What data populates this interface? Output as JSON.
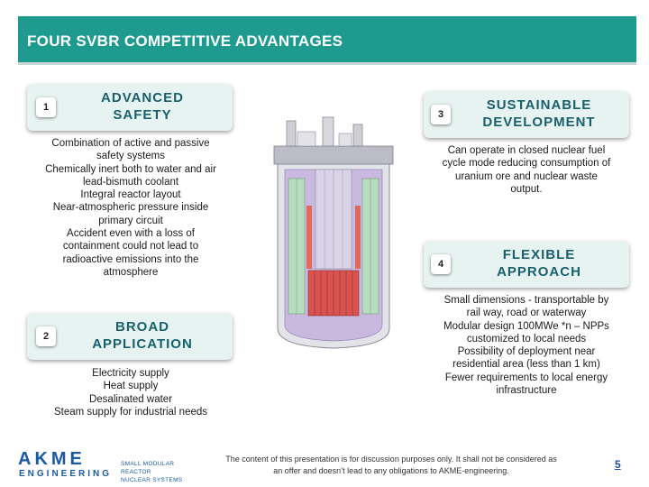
{
  "slide": {
    "title": "FOUR SVBR COMPETITIVE ADVANTAGES",
    "accent_color": "#1e9a8f"
  },
  "advantages": [
    {
      "number": "1",
      "title_line1": "ADVANCED",
      "title_line2": "SAFETY",
      "lines": [
        "Combination of active and passive",
        "safety systems",
        "Chemically inert both to water and air",
        "lead-bismuth coolant",
        "Integral reactor layout",
        "Near-atmospheric pressure inside",
        "primary circuit",
        "Accident even with a loss of",
        "containment could not lead to",
        "radioactive emissions into the",
        "atmosphere"
      ]
    },
    {
      "number": "2",
      "title_line1": "BROAD",
      "title_line2": "APPLICATION",
      "lines": [
        "Electricity supply",
        "Heat supply",
        "Desalinated water",
        "Steam supply for industrial needs"
      ]
    },
    {
      "number": "3",
      "title_line1": "SUSTAINABLE",
      "title_line2": "DEVELOPMENT",
      "lines": [
        "Can operate in closed nuclear fuel",
        "cycle mode reducing consumption of",
        "uranium ore and nuclear waste",
        "output."
      ]
    },
    {
      "number": "4",
      "title_line1": "FLEXIBLE",
      "title_line2": "APPROACH",
      "lines": [
        "Small dimensions - transportable by",
        "rail way, road or waterway",
        "Modular design 100MWe *n – NPPs",
        "customized to local needs",
        "Possibility of deployment near",
        "residential area (less than 1 km)",
        "Fewer requirements to local energy",
        "infrastructure"
      ]
    }
  ],
  "footer": {
    "disclaimer_line1": "The content of this presentation is for discussion purposes only. It shall not be considered as",
    "disclaimer_line2": "an offer and doesn’t lead to any obligations to AKME-engineering.",
    "page_number": "5",
    "logo_main": "AKME",
    "logo_sub": "ENGINEERING",
    "logo_tagline_line1": "SMALL MODULAR REACTOR",
    "logo_tagline_line2": "NUCLEAR SYSTEMS"
  }
}
